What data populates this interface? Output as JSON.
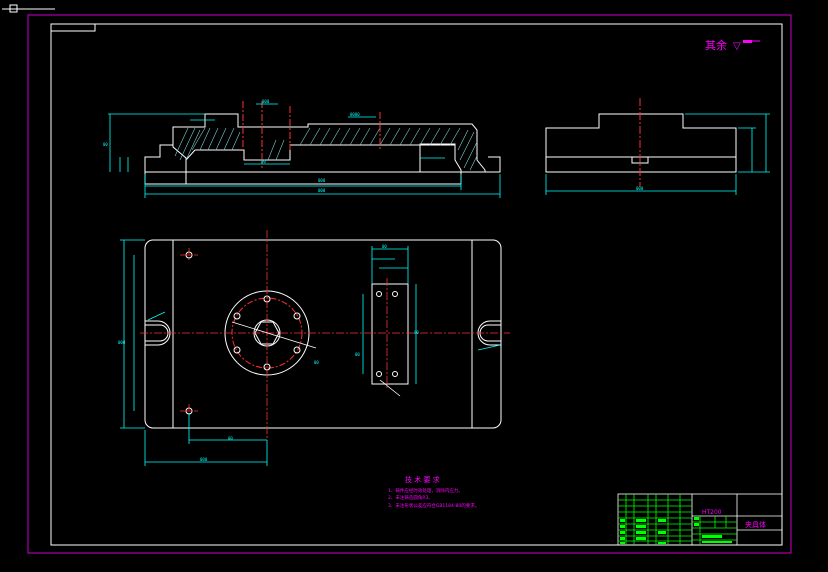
{
  "roughness": {
    "label": "其余",
    "symbol": "▽"
  },
  "tech_requirements": {
    "title": "技 术 要 求",
    "items": [
      "1、铸件应经时效处理，消除内应力。",
      "2、未注铸造圆角R3。",
      "3、未注形状公差应符合GB1184-80的要求。"
    ]
  },
  "title_block": {
    "material": "HT200",
    "part_name": "夹具体"
  },
  "colors": {
    "background": "#000000",
    "outline": "#ffffff",
    "dimension": "#00ffff",
    "centerline": "#ff0000",
    "annotation": "#ff00ff",
    "titleblock": "#00ff00",
    "border": "#cc00cc"
  }
}
